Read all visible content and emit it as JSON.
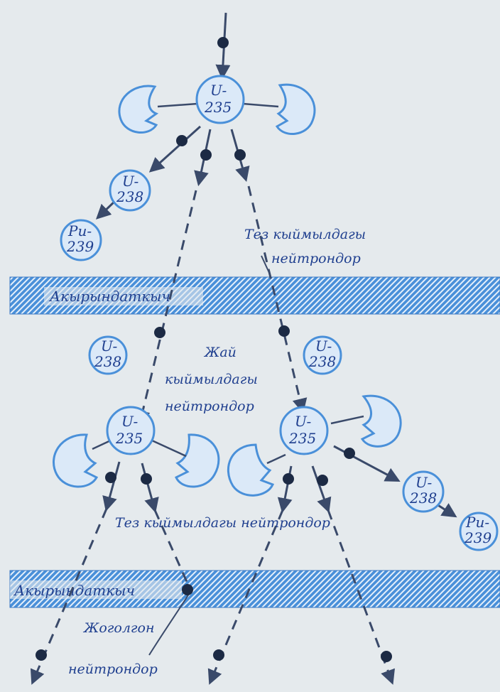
{
  "moderator_label": "Акырындаткыч",
  "labels": {
    "fast_neutrons_top_1": "Тез кыймылдагы",
    "fast_neutrons_top_2": "нейтрондор",
    "slow_neutrons_1": "Жай",
    "slow_neutrons_2": "кыймылдагы",
    "slow_neutrons_3": "нейтрондор",
    "fast_neutrons_mid": "Тез кыймылдагы нейтрондор",
    "lost_neutrons_1": "Жоголгон",
    "lost_neutrons_2": "нейтрондор"
  },
  "nuclei": {
    "u235_top": [
      "U-",
      "235"
    ],
    "u238_top": [
      "U-",
      "238"
    ],
    "pu239_top": [
      "Pu-",
      "239"
    ],
    "u238_mid_left": [
      "U-",
      "238"
    ],
    "u238_mid_right": [
      "U-",
      "238"
    ],
    "u235_left": [
      "U-",
      "235"
    ],
    "u235_right": [
      "U-",
      "235"
    ],
    "u238_bottom": [
      "U-",
      "238"
    ],
    "pu239_bottom": [
      "Pu-",
      "239"
    ]
  },
  "colors": {
    "background": "#e5eaed",
    "blue": "#4a90d9",
    "nucleus_fill": "#dbe9f8",
    "neutron": "#1c2a44",
    "text": "#1f3f8f"
  }
}
